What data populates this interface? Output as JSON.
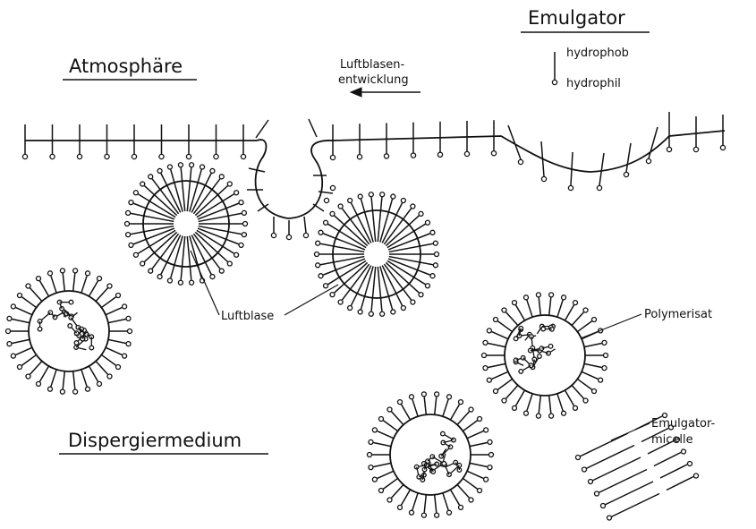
{
  "labels": {
    "emulgator": "Emulgator",
    "hydrophob": "hydrophob",
    "hydrophil": "hydrophil",
    "luftblasen_1": "Luftblasen-",
    "luftblasen_2": "entwicklung",
    "atmosphaere": "Atmosphäre",
    "luftblase": "Luftblase",
    "polymerisat": "Polymerisat",
    "emulgator_micelle_1": "Emulgator-",
    "emulgator_micelle_2": "micelle",
    "dispergiermedium": "Dispergiermedium"
  },
  "colors": {
    "ink": "#111111",
    "background": "#ffffff"
  }
}
